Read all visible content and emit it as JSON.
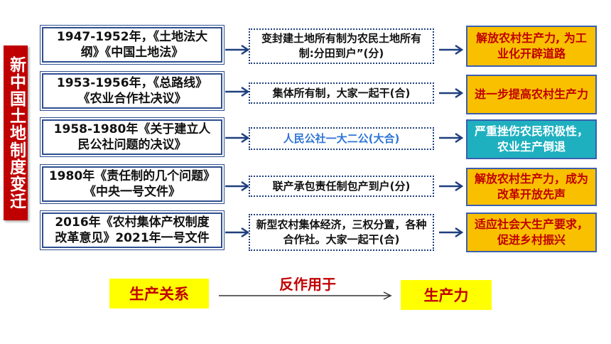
{
  "side_title": "新中国土地制度变迁",
  "rows": [
    {
      "period": "1947-1952年，《土地法大纲》《中国土地法》",
      "system": "变封建土地所有制为农民土地所有制:分田到户”(分)",
      "effect": "解放农村生产力, 为工业化开辟道路",
      "effect_color": "#f9c000"
    },
    {
      "period": "1953-1956年，《总路线》《农业合作社决议》",
      "system": "集体所有制，大家一起干(合)",
      "effect": "进一步提高农村生产力",
      "effect_color": "#f9c000"
    },
    {
      "period": "1958-1980年《关于建立人民公社问题的决议》",
      "system": "人民公社一大二公(大合)",
      "effect": "严重挫伤农民积极性，农业生产倒退",
      "effect_color": "#1fb0bf"
    },
    {
      "period": "1980年《责任制的几个问题》《中央一号文件》",
      "system": "联产承包责任制包产到户(分)",
      "effect": "解放农村生产力，成为改革开放先声",
      "effect_color": "#f9c000"
    },
    {
      "period": "2016年《农村集体产权制度改革意见》2021年一号文件",
      "system": "新型农村集体经济，三权分置，各种合作社。大家一起干(合)",
      "effect": "适应社会大生产要求，促进乡村振兴",
      "effect_color": "#f9c000"
    }
  ],
  "bottom": {
    "left": "生产关系",
    "relation": "反作用于",
    "right": "生产力"
  }
}
